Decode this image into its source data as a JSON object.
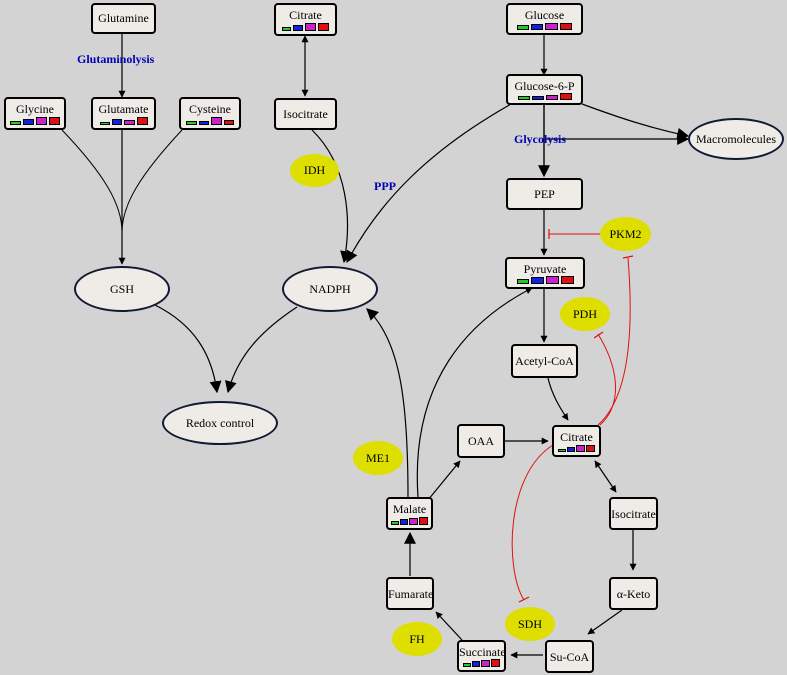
{
  "colors": {
    "background": "#d3d3d3",
    "node_fill": "#efebe7",
    "enzyme_fill": "#dede00",
    "label_blue": "#0000b4",
    "inhibit_red": "#dd1111",
    "bar_green": "#22cc22",
    "bar_blue": "#1122dd",
    "bar_magenta": "#cc22cc",
    "bar_red": "#dd1111"
  },
  "metabolites": {
    "glutamine": "Glutamine",
    "citrate_top": "Citrate",
    "glucose": "Glucose",
    "glycine": "Glycine",
    "glutamate": "Glutamate",
    "cysteine": "Cysteine",
    "isocitrate_top": "Isocitrate",
    "glucose6p": "Glucose-6-P",
    "pep": "PEP",
    "pyruvate": "Pyruvate",
    "acetylcoa": "Acetyl-CoA",
    "oaa": "OAA",
    "citrate": "Citrate",
    "malate": "Malate",
    "isocitrate": "Isocitrate",
    "fumarate": "Fumarate",
    "aketo": "α-Keto",
    "succinate": "Succinate",
    "sucoa": "Su-CoA"
  },
  "ellipses": {
    "macromolecules": "Macromolecules",
    "gsh": "GSH",
    "nadph": "NADPH",
    "redox": "Redox control"
  },
  "enzymes": {
    "idh": "IDH",
    "pkm2": "PKM2",
    "pdh": "PDH",
    "me1": "ME1",
    "sdh": "SDH",
    "fh": "FH"
  },
  "pathways": {
    "glutaminolysis": "Glutaminolysis",
    "glycolysis": "Glycolysis",
    "ppp": "PPP"
  }
}
